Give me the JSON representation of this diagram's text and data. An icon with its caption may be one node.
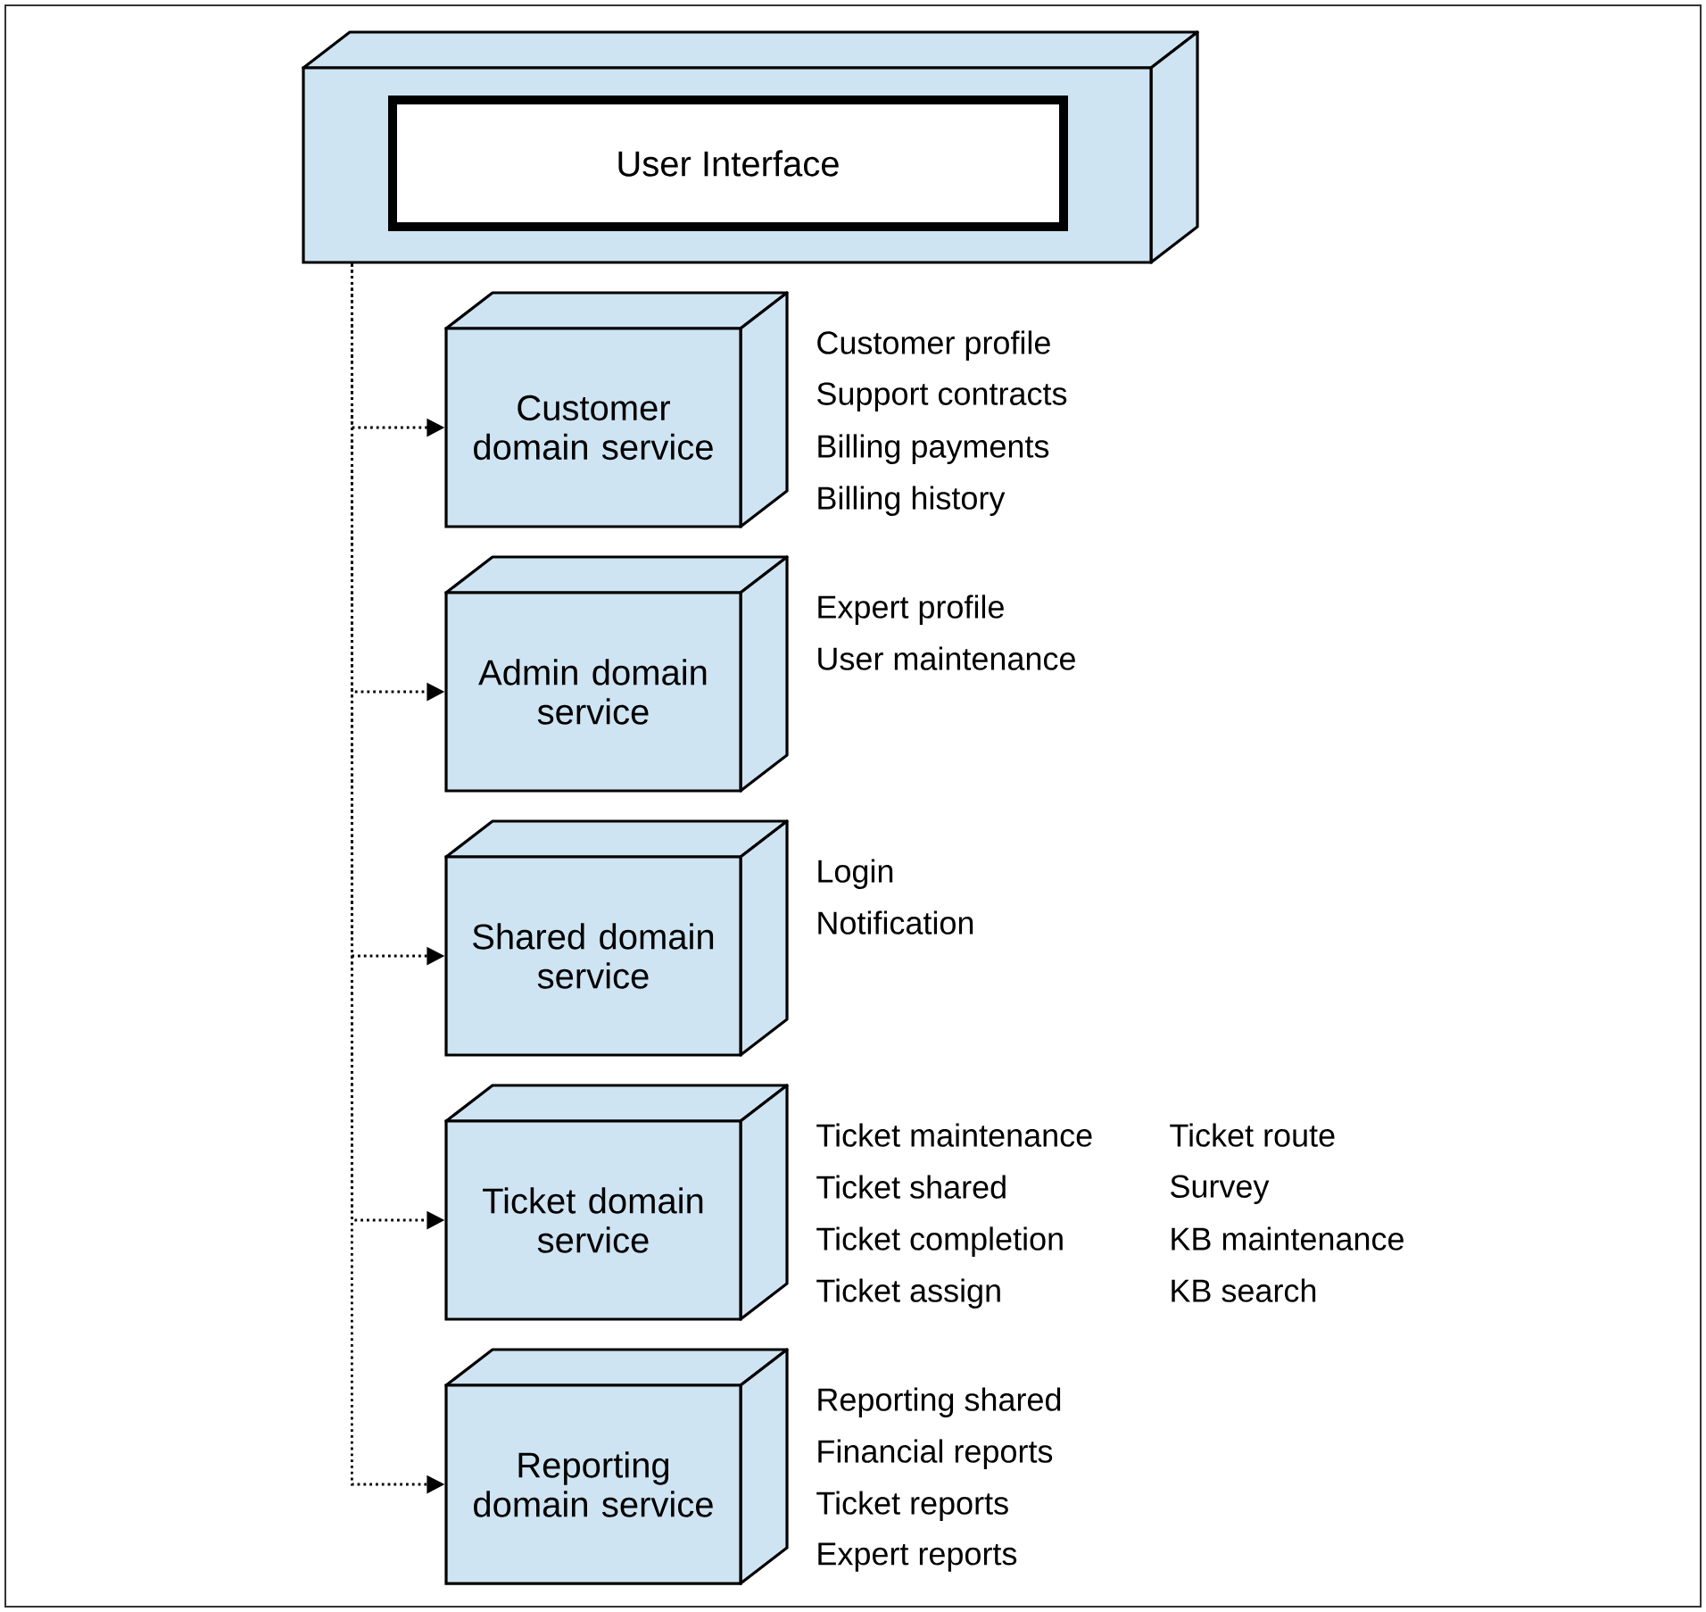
{
  "diagram": {
    "nodes": [
      {
        "text": [],
        "shape": "box"
      },
      {
        "text": [
          "User Interface"
        ],
        "in": 0
      },
      {
        "text": [
          "Customer domain service"
        ],
        "beside": [
          "Customer profile",
          "Support contracts",
          "Billing payments",
          "Billing history"
        ]
      },
      {
        "text": [
          "Admin domain service"
        ],
        "beside": [
          "Expert profile",
          "User maintenance"
        ]
      },
      {
        "text": [
          "Shared domain service"
        ],
        "beside": [
          "Login",
          "Notification"
        ]
      },
      {
        "text": [
          "Ticket domain service"
        ],
        "beside": [
          "Ticket maintenance",
          "Ticket shared",
          "Ticket completion",
          "Ticket assign",
          "Ticket route",
          "Survey",
          "KB maintenance",
          "KB search"
        ]
      },
      {
        "text": [
          "Reporting domain service"
        ],
        "beside": [
          "Reporting shared",
          "Financial reports",
          "Ticket reports",
          "Expert reports"
        ]
      }
    ],
    "edges": [
      {
        "from": 0,
        "to": 2,
        "arrow": "to",
        "style": "dashed"
      },
      {
        "from": 0,
        "to": 3,
        "arrow": "to",
        "style": "dashed"
      },
      {
        "from": 0,
        "to": 4,
        "arrow": "to",
        "style": "dashed"
      },
      {
        "from": 0,
        "to": 5,
        "arrow": "to",
        "style": "dashed"
      },
      {
        "from": 0,
        "to": 6,
        "arrow": "to",
        "style": "dashed"
      }
    ]
  }
}
